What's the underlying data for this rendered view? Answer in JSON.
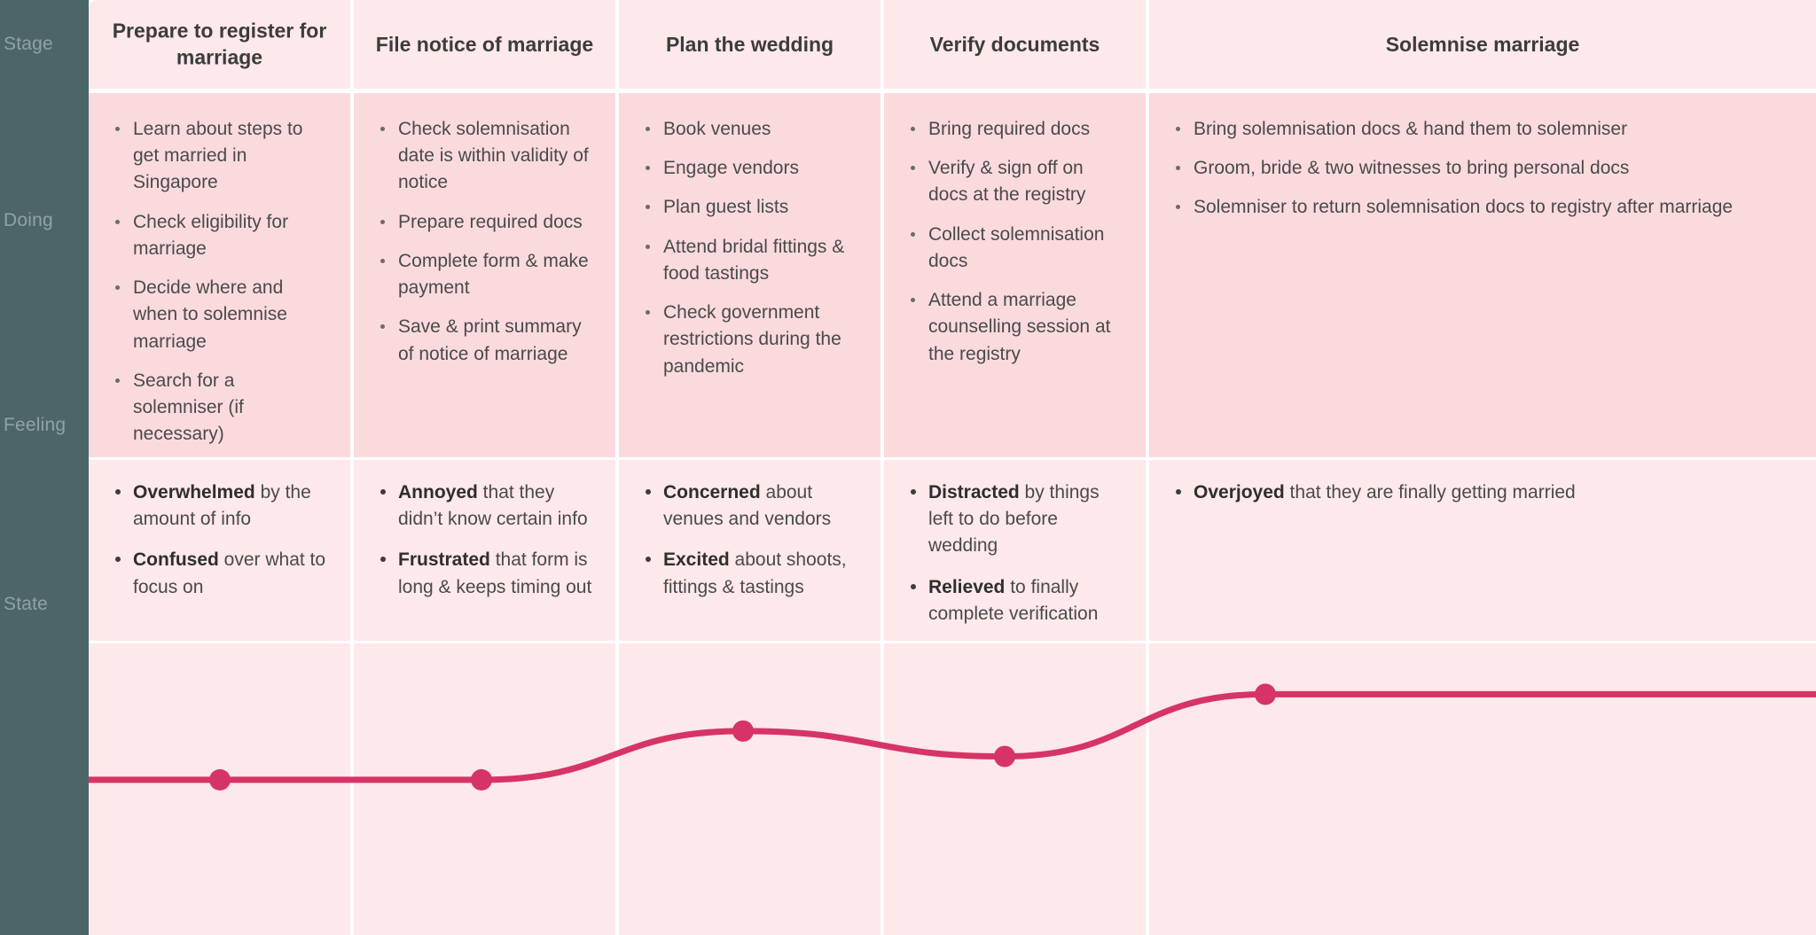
{
  "sidebar": {
    "labels": [
      {
        "id": "stage",
        "text": "Stage"
      },
      {
        "id": "doing",
        "text": "Doing"
      },
      {
        "id": "feeling",
        "text": "Feeling"
      },
      {
        "id": "state",
        "text": "State"
      }
    ]
  },
  "colors": {
    "sidebar_bg": "#4c6569",
    "sidebar_text": "#8fa2a5",
    "header_bg": "#fde8ea",
    "doing_bg": "#fadadd",
    "feeling_bg": "#fde8ea",
    "state_bg": "#fde8ea",
    "curve": "#d63464",
    "body_text": "#4a4a4a",
    "heading_text": "#3c3c3c"
  },
  "columns": [
    {
      "title": "Prepare to register for marriage",
      "doing": [
        "Learn about steps to get married in Singapore",
        "Check eligibility for marriage",
        "Decide where and when to solemnise marriage",
        "Search for a solemniser (if necessary)"
      ],
      "feeling": [
        {
          "emotion": "Overwhelmed",
          "rest": " by the amount of info"
        },
        {
          "emotion": "Confused",
          "rest": " over what to focus on"
        }
      ]
    },
    {
      "title": "File notice of marriage",
      "doing": [
        "Check solemnisation date is within validity of notice",
        "Prepare required docs",
        "Complete form & make payment",
        "Save & print summary of notice of marriage"
      ],
      "feeling": [
        {
          "emotion": "Annoyed",
          "rest": " that they didn’t know certain info"
        },
        {
          "emotion": "Frustrated",
          "rest": " that form is long & keeps timing out"
        }
      ]
    },
    {
      "title": "Plan the wedding",
      "doing": [
        "Book venues",
        "Engage vendors",
        "Plan guest lists",
        "Attend bridal fittings & food tastings",
        "Check government restrictions during the pandemic"
      ],
      "feeling": [
        {
          "emotion": "Concerned",
          "rest": " about venues and vendors"
        },
        {
          "emotion": "Excited",
          "rest": " about shoots, fittings & tastings"
        }
      ]
    },
    {
      "title": "Verify documents",
      "doing": [
        "Bring required docs",
        "Verify & sign off on docs at the registry",
        "Collect solemnisation docs",
        "Attend a marriage counselling session at the registry"
      ],
      "feeling": [
        {
          "emotion": "Distracted",
          "rest": " by things left to do before wedding"
        },
        {
          "emotion": "Relieved",
          "rest": " to finally complete verification"
        }
      ]
    },
    {
      "title": "Solemnise marriage",
      "doing": [
        "Bring solemnisation docs & hand them to solemniser",
        "Groom, bride & two witnesses to bring personal docs",
        "Solemniser to return solemnisation docs to registry after marriage"
      ],
      "feeling": [
        {
          "emotion": "Overjoyed",
          "rest": " that they are finally getting married"
        }
      ]
    }
  ],
  "chart_data": {
    "type": "line",
    "title": "Emotional state across the marriage registration journey",
    "xlabel": "",
    "ylabel": "State",
    "categories": [
      "Prepare to register for marriage",
      "File notice of marriage",
      "Plan the wedding",
      "Verify documents",
      "Solemnise marriage"
    ],
    "x": [
      148,
      443,
      738,
      1033,
      1327
    ],
    "values": [
      -39,
      -39,
      34,
      -4,
      89
    ],
    "ylim": [
      -120,
      120
    ],
    "grid": false,
    "legend": false,
    "line_color": "#d63464",
    "marker_color": "#d63464",
    "marker_radius": 12,
    "line_width": 7,
    "smoothing": "monotone-cubic"
  }
}
